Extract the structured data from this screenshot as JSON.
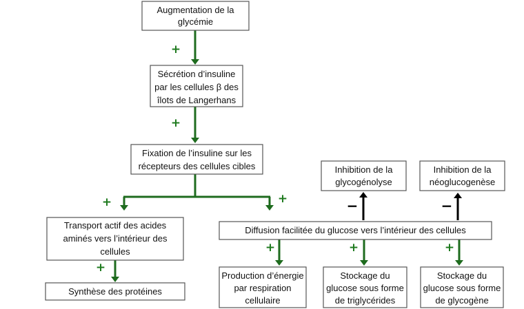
{
  "colors": {
    "activation": "#1e6b1e",
    "inhibition": "#000000",
    "box_border": "#555555"
  },
  "nodes": {
    "hyperglycemia": [
      "Augmentation de la",
      "glycémie"
    ],
    "insulin_secretion": [
      "Sécrétion d’insuline",
      "par les cellules β des",
      "îlots de Langerhans"
    ],
    "insulin_binding": [
      "Fixation de l’insuline sur les",
      "récepteurs des cellules cibles"
    ],
    "amino_transport": [
      "Transport actif des acides",
      "aminés vers l’intérieur des",
      "cellules"
    ],
    "protein_synthesis": [
      "Synthèse des protéines"
    ],
    "glucose_diffusion": [
      "Diffusion facilitée du glucose vers l’intérieur des cellules"
    ],
    "energy_production": [
      "Production d’énergie",
      "par respiration",
      "cellulaire"
    ],
    "triglyceride_storage": [
      "Stockage du",
      "glucose sous forme",
      "de triglycérides"
    ],
    "glycogen_storage": [
      "Stockage du",
      "glucose sous forme",
      "de glycogène"
    ],
    "glycogenolysis_inhibition": [
      "Inhibition de la",
      "glycogénolyse"
    ],
    "neoglucogenesis_inhibition": [
      "Inhibition de la",
      "néoglucogenèse"
    ]
  },
  "signs": {
    "plus": "+",
    "minus": "−"
  }
}
